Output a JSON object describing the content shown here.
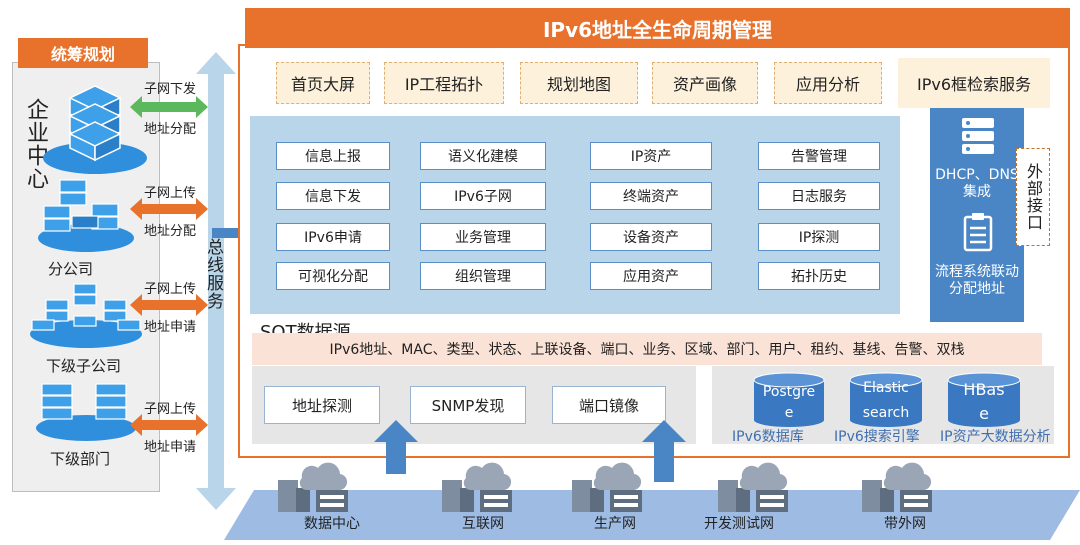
{
  "left": {
    "title": "统筹规划",
    "hq": "企业中心",
    "levels": [
      {
        "label": "分公司"
      },
      {
        "label": "下级子公司"
      },
      {
        "label": "下级部门"
      }
    ],
    "arrows": [
      {
        "top": "子网下发",
        "bottom": "地址分配"
      },
      {
        "top": "子网上传",
        "bottom": "地址分配"
      },
      {
        "top": "子网上传",
        "bottom": "地址申请"
      },
      {
        "top": "子网上传",
        "bottom": "地址申请"
      }
    ],
    "bus": "总线服务"
  },
  "main": {
    "title": "IPv6地址全生命周期管理",
    "tabs": [
      "首页大屏",
      "IP工程拓扑",
      "规划地图",
      "资产画像",
      "应用分析",
      "IPv6框检索服务"
    ],
    "modules": [
      [
        "信息上报",
        "信息下发",
        "IPv6申请",
        "可视化分配"
      ],
      [
        "语义化建模",
        "IPv6子网",
        "业务管理",
        "组织管理"
      ],
      [
        "IP资产",
        "终端资产",
        "设备资产",
        "应用资产"
      ],
      [
        "告警管理",
        "日志服务",
        "IP探测",
        "拓扑历史"
      ]
    ],
    "right_panel": {
      "service1": "DHCP、DNS集成",
      "service2": "流程系统联动分配地址"
    },
    "external": "外部接口",
    "sot": {
      "label": "SOT数据源",
      "fields": "IPv6地址、MAC、类型、状态、上联设备、端口、业务、区域、部门、用户、租约、基线、告警、双栈",
      "sources": [
        "地址探测",
        "SNMP发现",
        "端口镜像"
      ],
      "stores": [
        {
          "name": "Postgre",
          "name2": "e",
          "label": "IPv6数据库"
        },
        {
          "name": "Elastic",
          "name2": "search",
          "label": "IPv6搜索引擎"
        },
        {
          "name": "HBas",
          "name2": "e",
          "label": "IP资产大数据分析"
        }
      ]
    }
  },
  "networks": [
    "数据中心",
    "互联网",
    "生产网",
    "开发测试网",
    "带外网"
  ],
  "colors": {
    "accent": "#e8712b",
    "blue": "#4a86c6",
    "panel": "#b9d5ea",
    "server": "#2f8fdc",
    "arrow_green": "#5cb85c",
    "arrow_orange": "#e8712b"
  }
}
